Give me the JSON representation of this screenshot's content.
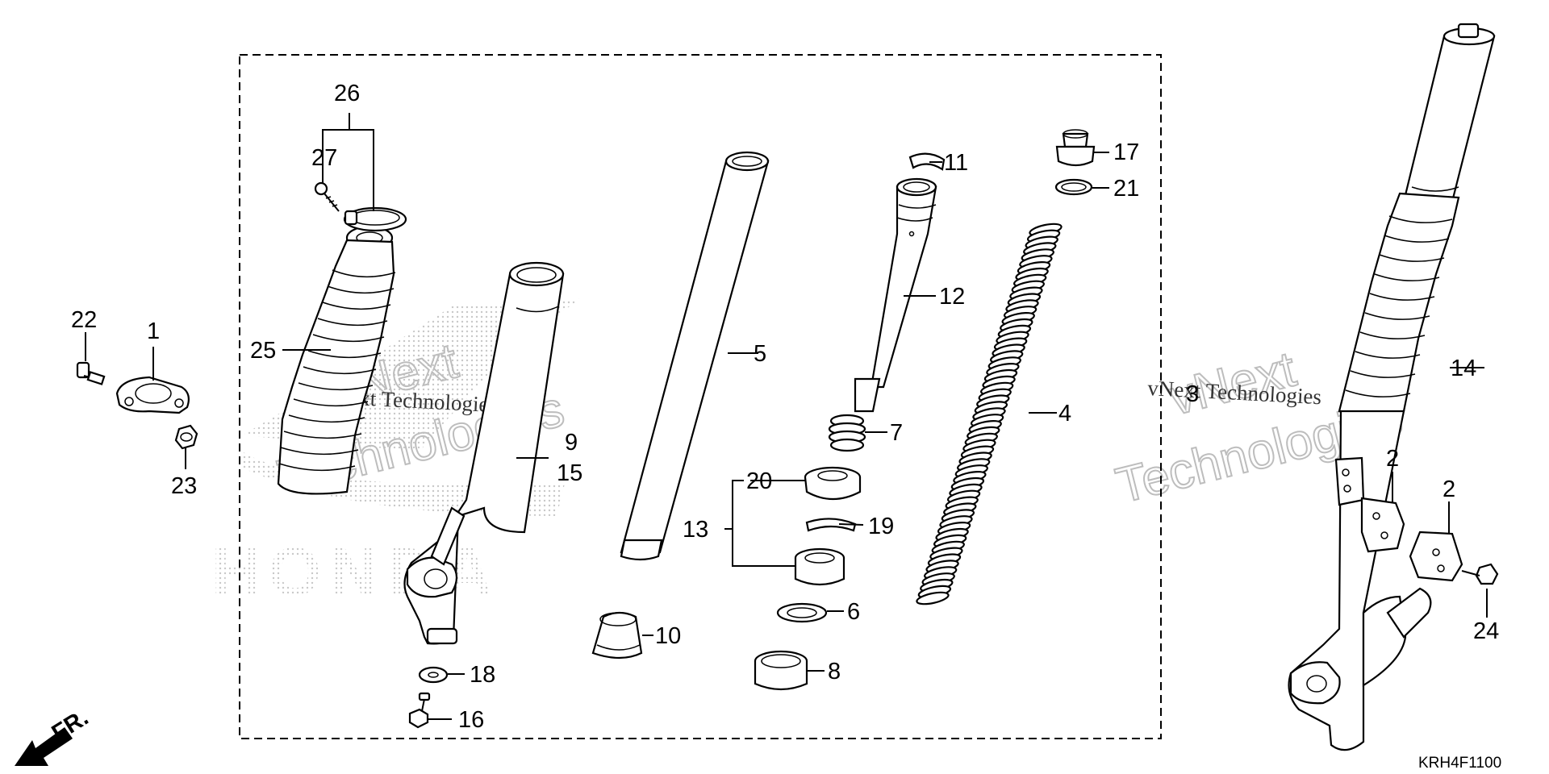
{
  "diagram": {
    "catalog_code": "KRH4F1100",
    "direction_label": "FR.",
    "watermark": {
      "brand": "HONDA",
      "lines": [
        "vNext",
        "Technologies"
      ],
      "small_text": "vNext Technologies"
    },
    "callouts": [
      {
        "id": "c1",
        "label": "1"
      },
      {
        "id": "c2a",
        "label": "2"
      },
      {
        "id": "c2b",
        "label": "2"
      },
      {
        "id": "c4",
        "label": "4"
      },
      {
        "id": "c5",
        "label": "5"
      },
      {
        "id": "c6",
        "label": "6"
      },
      {
        "id": "c7",
        "label": "7"
      },
      {
        "id": "c8",
        "label": "8"
      },
      {
        "id": "c9",
        "label": "9"
      },
      {
        "id": "c10",
        "label": "10"
      },
      {
        "id": "c11",
        "label": "11"
      },
      {
        "id": "c12",
        "label": "12"
      },
      {
        "id": "c13",
        "label": "13"
      },
      {
        "id": "c14",
        "label": "14"
      },
      {
        "id": "c15",
        "label": "15"
      },
      {
        "id": "c16",
        "label": "16"
      },
      {
        "id": "c17",
        "label": "17"
      },
      {
        "id": "c18",
        "label": "18"
      },
      {
        "id": "c19",
        "label": "19"
      },
      {
        "id": "c20",
        "label": "20"
      },
      {
        "id": "c21",
        "label": "21"
      },
      {
        "id": "c22",
        "label": "22"
      },
      {
        "id": "c23",
        "label": "23"
      },
      {
        "id": "c24",
        "label": "24"
      },
      {
        "id": "c25",
        "label": "25"
      },
      {
        "id": "c26",
        "label": "26"
      },
      {
        "id": "c27",
        "label": "27"
      },
      {
        "id": "c3",
        "label": "3"
      }
    ]
  }
}
